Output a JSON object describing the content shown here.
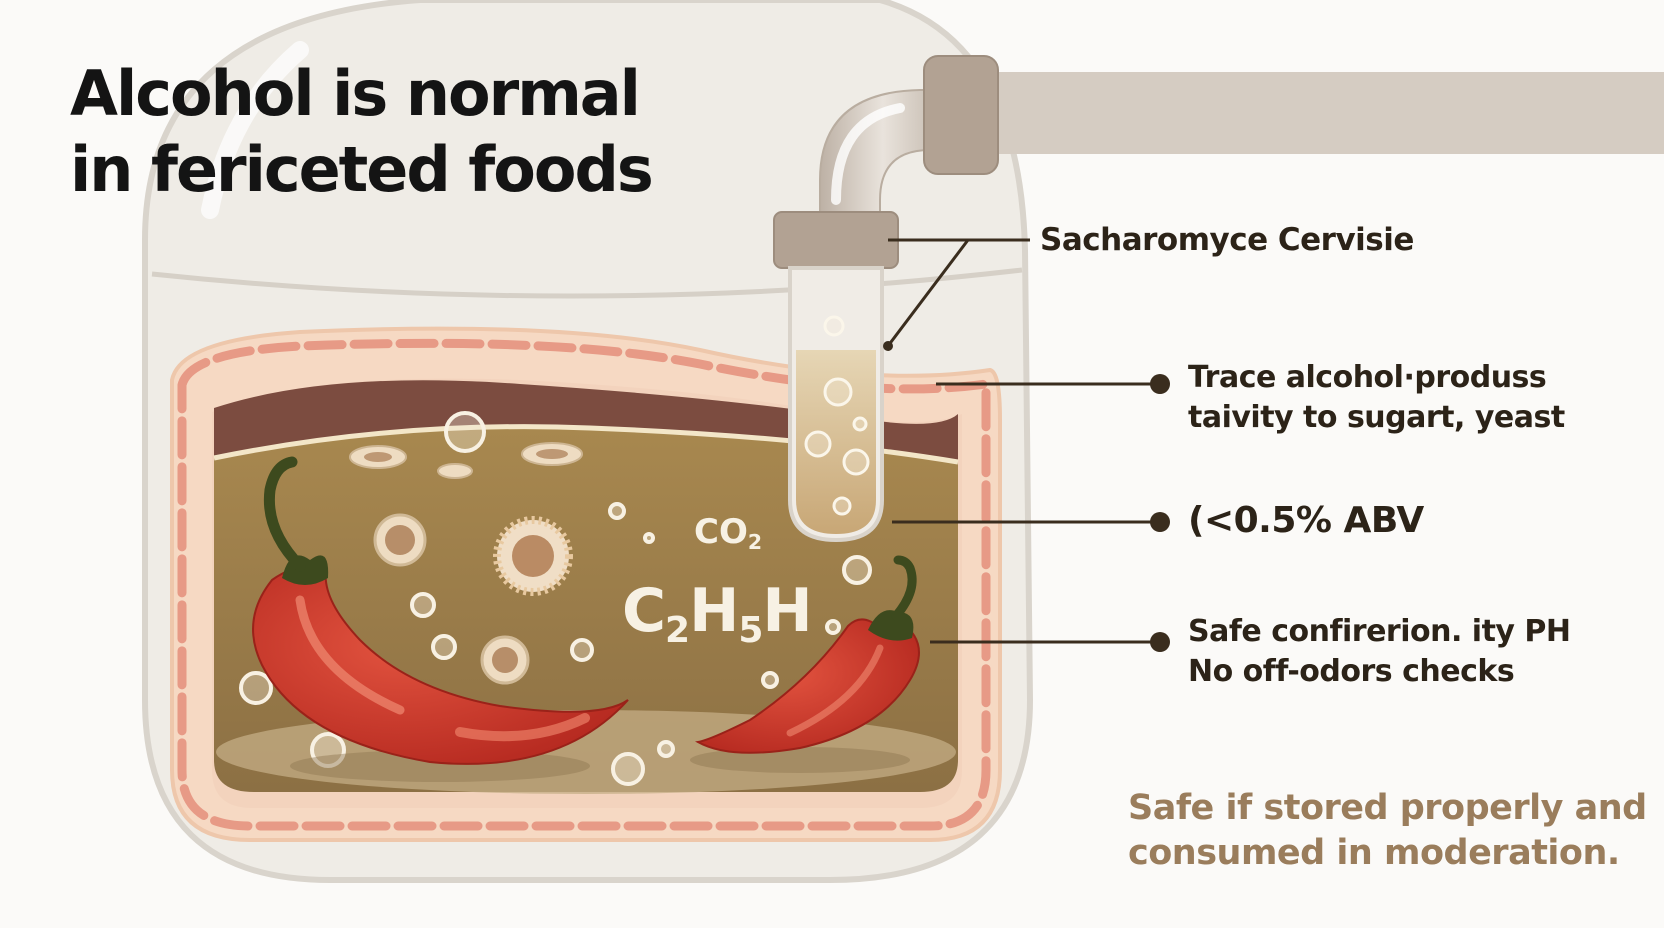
{
  "title": {
    "line1": "Alcohol is normal",
    "line2": "in fericeted foods"
  },
  "labels": {
    "yeast": "Sacharomyce Cervisie",
    "trace": {
      "line1": "Trace alcohol·produss",
      "line2": "taivity to sugart, yeast"
    },
    "abv": "(<0.5% ABV",
    "safety": {
      "line1": "Safe confirerion. ity PH",
      "line2": "No off-odors checks"
    }
  },
  "formulas": {
    "co2": {
      "base": "CO",
      "sub": "2"
    },
    "ethanol": {
      "c": "C",
      "c_sub": "2",
      "h": "H",
      "h_sub": "5",
      "tail": "H"
    }
  },
  "footer": {
    "line1": "Safe if stored properly and",
    "line2": "consumed in moderation."
  },
  "colors": {
    "title": "#141414",
    "label_text": "#2c2318",
    "footer_text": "#9a7d5c",
    "brine": "#9c7c4c",
    "pepper": "#c8342a",
    "pepper_stem": "#3d4a1e",
    "rim": "#f1b493",
    "pipe": "#c9beb3",
    "connector": "#3a2d1e"
  },
  "icons": [
    "fermentation-jar-icon",
    "airlock-pipe-icon",
    "chili-pepper-icon",
    "yeast-cell-icon",
    "bubble-icon"
  ]
}
